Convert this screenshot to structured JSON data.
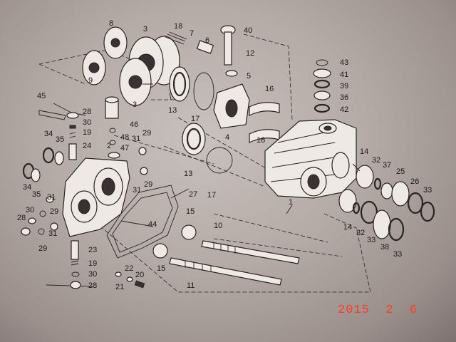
{
  "labels": [
    {
      "id": "p8",
      "text": "8"
    },
    {
      "id": "p3a",
      "text": "3"
    },
    {
      "id": "p18",
      "text": "18"
    },
    {
      "id": "p7",
      "text": "7"
    },
    {
      "id": "p6",
      "text": "6"
    },
    {
      "id": "p40",
      "text": "40"
    },
    {
      "id": "p12",
      "text": "12"
    },
    {
      "id": "p5",
      "text": "5"
    },
    {
      "id": "p9",
      "text": "9"
    },
    {
      "id": "p3b",
      "text": "3"
    },
    {
      "id": "p13a",
      "text": "13"
    },
    {
      "id": "p17a",
      "text": "17"
    },
    {
      "id": "p4",
      "text": "4"
    },
    {
      "id": "p16a",
      "text": "16"
    },
    {
      "id": "p16b",
      "text": "16"
    },
    {
      "id": "p43",
      "text": "43"
    },
    {
      "id": "p41",
      "text": "41"
    },
    {
      "id": "p39",
      "text": "39"
    },
    {
      "id": "p36",
      "text": "36"
    },
    {
      "id": "p42",
      "text": "42"
    },
    {
      "id": "p45",
      "text": "45"
    },
    {
      "id": "p28a",
      "text": "28"
    },
    {
      "id": "p30a",
      "text": "30"
    },
    {
      "id": "p19a",
      "text": "19"
    },
    {
      "id": "p24",
      "text": "24"
    },
    {
      "id": "p46",
      "text": "46"
    },
    {
      "id": "p48",
      "text": "48"
    },
    {
      "id": "p47",
      "text": "47"
    },
    {
      "id": "p34a",
      "text": "34"
    },
    {
      "id": "p35a",
      "text": "35"
    },
    {
      "id": "p29a",
      "text": "29"
    },
    {
      "id": "p31a",
      "text": "31"
    },
    {
      "id": "p2",
      "text": "2"
    },
    {
      "id": "p31b",
      "text": "31"
    },
    {
      "id": "p29b",
      "text": "29"
    },
    {
      "id": "p13b",
      "text": "13"
    },
    {
      "id": "p17b",
      "text": "17"
    },
    {
      "id": "p27",
      "text": "27"
    },
    {
      "id": "p14a",
      "text": "14"
    },
    {
      "id": "p32a",
      "text": "32"
    },
    {
      "id": "p37",
      "text": "37"
    },
    {
      "id": "p25",
      "text": "25"
    },
    {
      "id": "p26",
      "text": "26"
    },
    {
      "id": "p33a",
      "text": "33"
    },
    {
      "id": "p34b",
      "text": "34"
    },
    {
      "id": "p35b",
      "text": "35"
    },
    {
      "id": "p31c",
      "text": "31"
    },
    {
      "id": "p30b",
      "text": "30"
    },
    {
      "id": "p29c",
      "text": "29"
    },
    {
      "id": "p28b",
      "text": "28"
    },
    {
      "id": "p31d",
      "text": "31"
    },
    {
      "id": "p29d",
      "text": "29"
    },
    {
      "id": "p1",
      "text": "1"
    },
    {
      "id": "p14b",
      "text": "14"
    },
    {
      "id": "p32b",
      "text": "32"
    },
    {
      "id": "p33b",
      "text": "33"
    },
    {
      "id": "p38",
      "text": "38"
    },
    {
      "id": "p33c",
      "text": "33"
    },
    {
      "id": "p15a",
      "text": "15"
    },
    {
      "id": "p10",
      "text": "10"
    },
    {
      "id": "p44",
      "text": "44"
    },
    {
      "id": "p23",
      "text": "23"
    },
    {
      "id": "p19b",
      "text": "19"
    },
    {
      "id": "p30c",
      "text": "30"
    },
    {
      "id": "p28c",
      "text": "28"
    },
    {
      "id": "p15b",
      "text": "15"
    },
    {
      "id": "p22",
      "text": "22"
    },
    {
      "id": "p21",
      "text": "21"
    },
    {
      "id": "p20",
      "text": "20"
    },
    {
      "id": "p11",
      "text": "11"
    }
  ],
  "date_stamp": "2015  2  6",
  "colors": {
    "stamp": "#ff3b1f",
    "ink": "#2a2424",
    "paper": "#c9c1bd"
  }
}
